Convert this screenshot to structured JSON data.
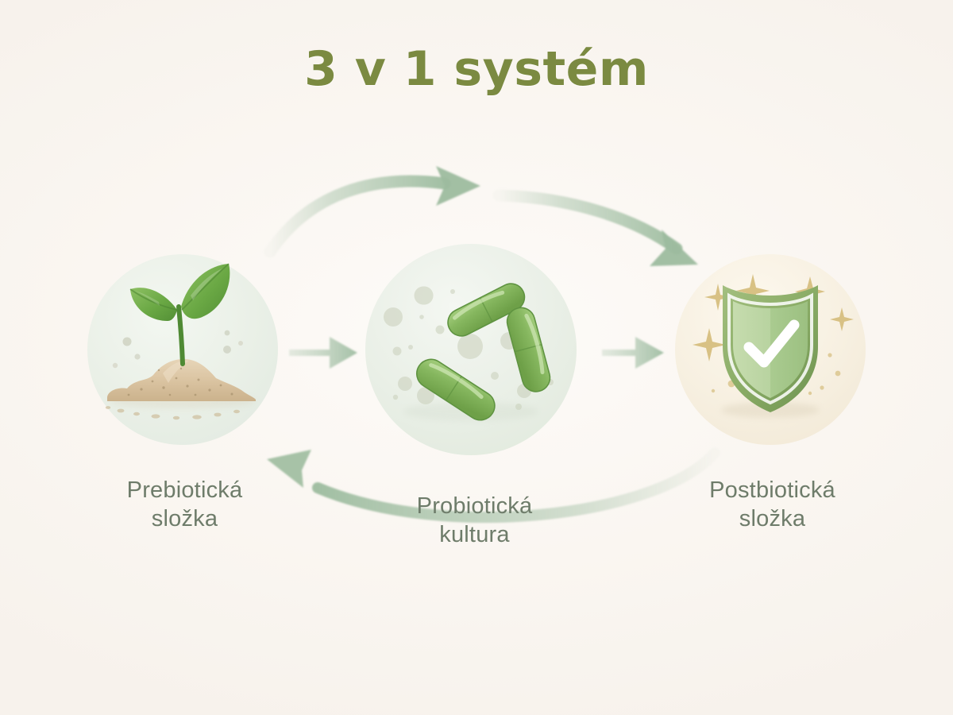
{
  "title": "3 v 1 systém",
  "background_color": "#faf6f2",
  "title_color": "#7b8a41",
  "label_color": "#6e7c6a",
  "arrow_color": "#a9c4ab",
  "nodes": [
    {
      "id": "prebiotic",
      "label": "Prebiotická\nsložka",
      "icon": "seedling-in-soil-icon",
      "circle_color": "#eaf0e8",
      "accent_color": "#d9c4a3"
    },
    {
      "id": "probiotic",
      "label": "Probiotická\nkultura",
      "icon": "bacteria-cells-icon",
      "circle_color": "#e9efe7",
      "accent_color": "#84b35e"
    },
    {
      "id": "postbiotic",
      "label": "Postbiotická\nsložka",
      "icon": "shield-check-icon",
      "circle_color": "#f7f0e2",
      "accent_color": "#8fae6b"
    }
  ],
  "arrows": [
    {
      "id": "arrow-pre-to-pro",
      "from": "prebiotic",
      "to": "probiotic",
      "shape": "straight",
      "direction": "right"
    },
    {
      "id": "arrow-pro-to-post",
      "from": "probiotic",
      "to": "postbiotic",
      "shape": "straight",
      "direction": "right"
    },
    {
      "id": "arrow-pre-arc-top",
      "from": "prebiotic",
      "to": "probiotic",
      "shape": "arc-top",
      "direction": "right"
    },
    {
      "id": "arrow-pro-arc-top",
      "from": "probiotic",
      "to": "postbiotic",
      "shape": "arc-top",
      "direction": "right"
    },
    {
      "id": "arrow-post-arc-back",
      "from": "postbiotic",
      "to": "prebiotic",
      "shape": "arc-bottom",
      "direction": "left"
    }
  ]
}
